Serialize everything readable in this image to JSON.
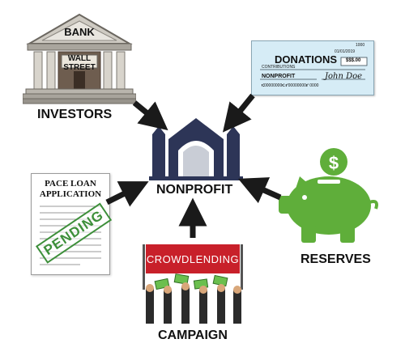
{
  "nodes": {
    "investors": {
      "label": "INVESTORS",
      "bank_sign": "BANK",
      "street_sign_line1": "WALL",
      "street_sign_line2": "STREET"
    },
    "donations": {
      "check_title": "DONATIONS",
      "check_date": "01/01/2019",
      "check_corner": "1000",
      "check_amount": "$$$.00",
      "check_memo1": "CONTRIBUTIONS",
      "check_payee": "NONPROFIT",
      "check_signature": "John Doe",
      "check_routing": "⑆00000000⑆  ⑈00000000⑈  0000"
    },
    "nonprofit": {
      "label": "NONPROFIT"
    },
    "pace_loan": {
      "doc_title_line1": "PACE LOAN",
      "doc_title_line2": "APPLICATION",
      "stamp": "PENDING"
    },
    "reserves": {
      "label": "RESERVES",
      "coin_symbol": "$"
    },
    "campaign": {
      "banner": "CROWDLENDING",
      "label": "CAMPAIGN"
    }
  },
  "colors": {
    "arrow": "#1a1a1a",
    "bank_stone": "#b8b4ac",
    "check_blue": "#d6ecf6",
    "church_navy": "#2d3557",
    "piggy_green": "#5fae3a",
    "banner_red": "#c8202a",
    "stamp_green": "#3d8f3a"
  }
}
